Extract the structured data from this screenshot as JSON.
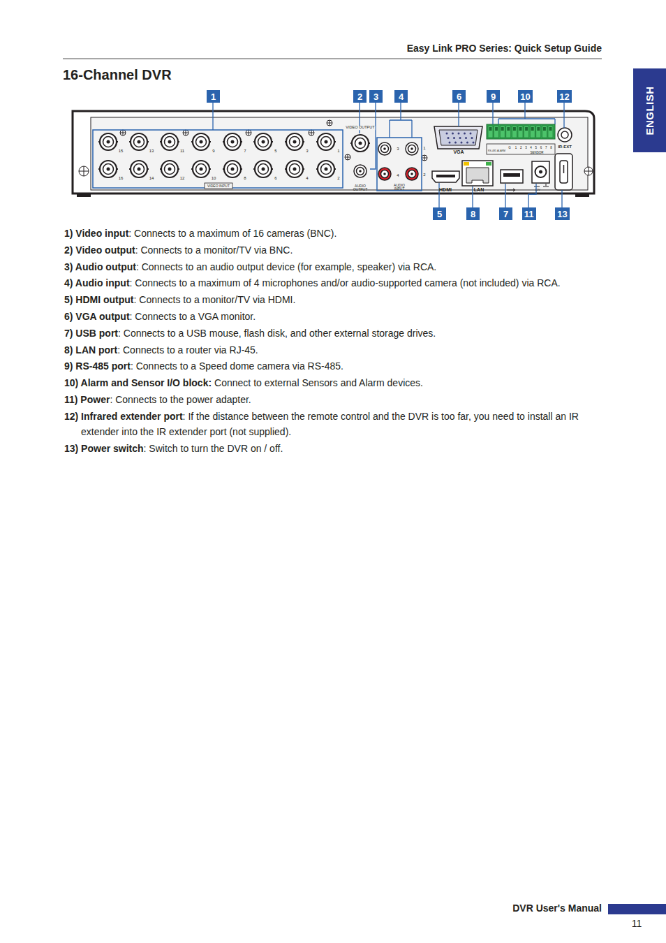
{
  "diagram": {
    "title": "16-Channel DVR",
    "nodes": [
      {
        "text": [
          "ENGLISH"
        ]
      },
      {
        "text": [
          "1"
        ]
      },
      {
        "text": [
          "2"
        ]
      },
      {
        "text": [
          "3"
        ]
      },
      {
        "text": [
          "4"
        ]
      },
      {
        "text": [
          "6"
        ]
      },
      {
        "text": [
          "9"
        ]
      },
      {
        "text": [
          "10"
        ]
      },
      {
        "text": [
          "12"
        ]
      },
      {
        "text": [
          "5"
        ]
      },
      {
        "text": [
          "8"
        ]
      },
      {
        "text": [
          "7"
        ]
      },
      {
        "text": [
          "11"
        ]
      },
      {
        "text": [
          "13"
        ]
      }
    ],
    "labels": [
      "Easy Link PRO Series: Quick Setup Guide",
      "VIDEO OUTPUT",
      "15",
      "13",
      "11",
      "9",
      "7",
      "5",
      "3",
      "1",
      "16",
      "14",
      "12",
      "10",
      "8",
      "6",
      "4",
      "2",
      "VIDEO INPUT",
      "AUDIO OUTPUT",
      "3",
      "1",
      "4",
      "2",
      "AUDIO INPUT",
      "VGA",
      "HDMI",
      "LAN",
      "RS-485",
      "ALARM",
      "G",
      "1",
      "2",
      "3",
      "4",
      "5",
      "6",
      "7",
      "8",
      "SENSOR",
      "IR-EXT",
      "12V",
      "1) Video input",
      ": Connects to a maximum of 16 cameras (BNC).",
      "2) Video output",
      ": Connects to a monitor/TV via BNC.",
      "3) Audio output",
      ": Connects to an audio output device (for example, speaker) via RCA.",
      "4) Audio input",
      ": Connects to a maximum of 4 microphones and/or audio-supported camera (not included) via RCA.",
      "5) HDMI output",
      ": Connects to a monitor/TV via HDMI.",
      "6) VGA output",
      ": Connects to a VGA monitor.",
      "7) USB port",
      ": Connects to a USB mouse, flash disk, and other external storage drives.",
      "8) LAN port",
      ": Connects to a router via RJ-45.",
      "9) RS-485 port",
      ": Connects to a Speed dome camera via RS-485.",
      "10) Alarm and Sensor I/O block:",
      "Connect to external Sensors and Alarm devices.",
      "11) Power",
      ": Connects to the power adapter.",
      "12) Infrared extender port",
      ": If the distance between the remote control and the DVR is too far, you need to install an IR extender into the IR extender port (not supplied).",
      "13) Power switch",
      ": Switch to turn the DVR on / off.",
      "DVR User's Manual",
      "11"
    ]
  }
}
